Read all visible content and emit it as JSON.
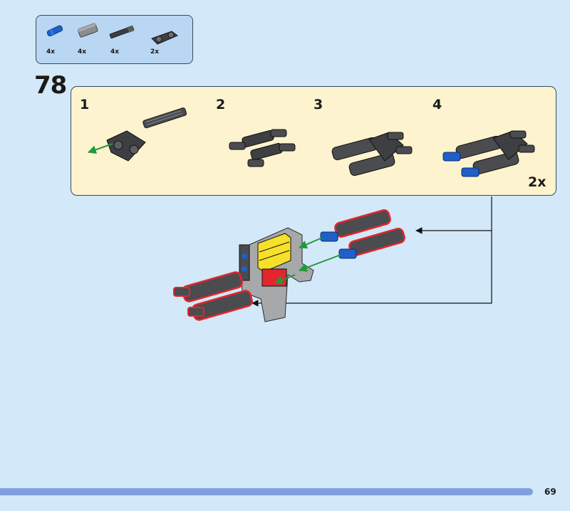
{
  "parts": [
    {
      "icon": "blue-axle-pin-icon",
      "qty": "4x"
    },
    {
      "icon": "gray-axle-connector-icon",
      "qty": "4x"
    },
    {
      "icon": "dark-axle-icon",
      "qty": "4x"
    },
    {
      "icon": "black-double-beam-icon",
      "qty": "2x"
    }
  ],
  "step": {
    "number": "78"
  },
  "substeps": [
    {
      "number": "1"
    },
    {
      "number": "2"
    },
    {
      "number": "3"
    },
    {
      "number": "4"
    }
  ],
  "submodel_multiplier": "2x",
  "page": {
    "number": "69"
  },
  "colors": {
    "background": "#d3e8f8",
    "parts_box": "#b9d6f2",
    "substep_box": "#fdf3cf",
    "page_bar": "#7f9fdc",
    "arrow_green": "#1f9a3a",
    "highlight_red": "#e3262c"
  }
}
